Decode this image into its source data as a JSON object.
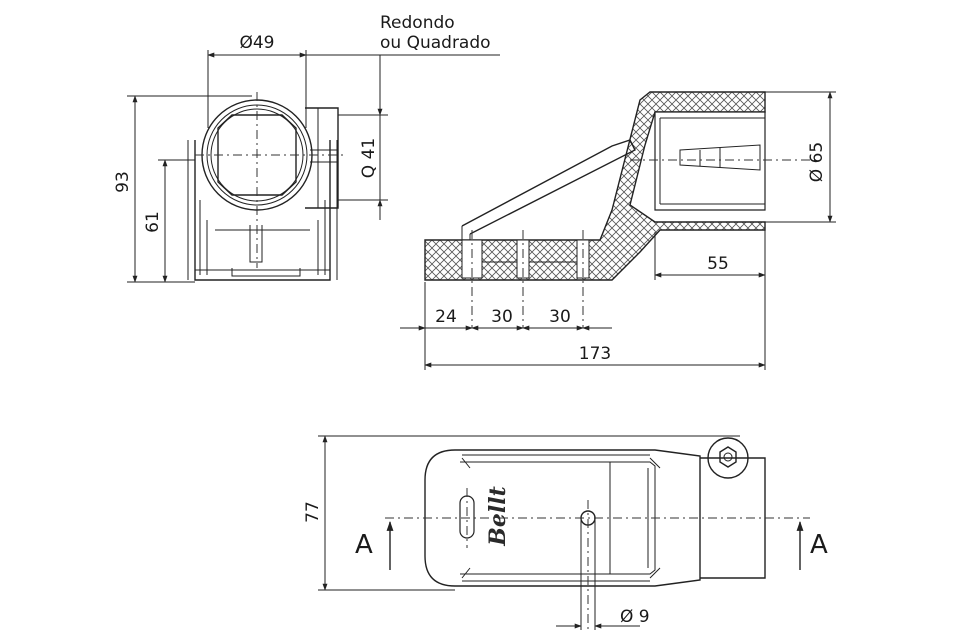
{
  "note": {
    "line1": "Redondo",
    "line2": "ou Quadrado"
  },
  "dimensions": {
    "diam49": "Ø49",
    "q41": "Q 41",
    "h93": "93",
    "h61": "61",
    "d65": "Ø 65",
    "w55": "55",
    "w24": "24",
    "w30a": "30",
    "w30b": "30",
    "w173": "173",
    "h77": "77",
    "d9": "Ø 9"
  },
  "section": {
    "left": "A",
    "right": "A"
  },
  "brand": "Bellt",
  "colors": {
    "line": "#222222",
    "hatch": "#555555",
    "background": "#ffffff"
  }
}
